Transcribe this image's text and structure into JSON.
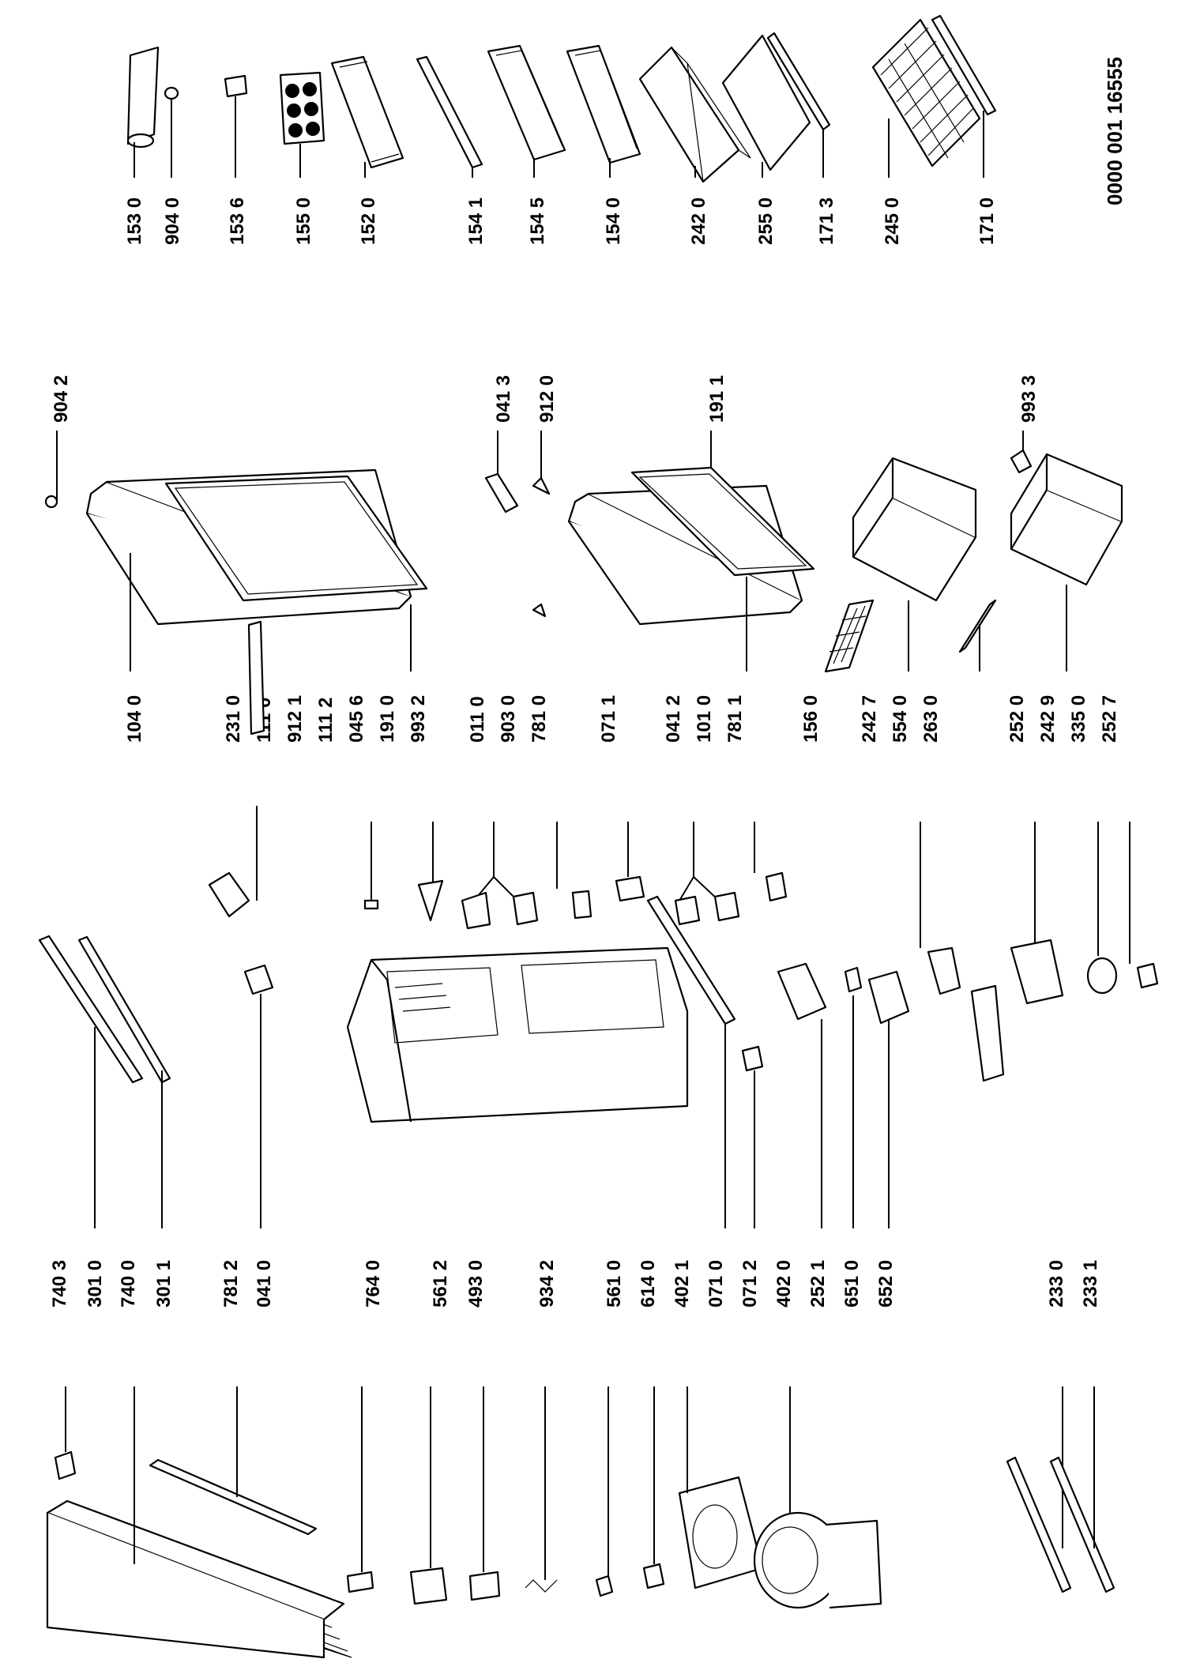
{
  "document_code": "0000 001 16555",
  "labels": {
    "l1530": "153 0",
    "l9040": "904 0",
    "l1536": "153 6",
    "l1550": "155 0",
    "l1520": "152 0",
    "l1541": "154 1",
    "l1545": "154 5",
    "l1540": "154 0",
    "l2420": "242 0",
    "l2550": "255 0",
    "l1713": "171 3",
    "l2450": "245 0",
    "l1710": "171 0",
    "l9042": "904 2",
    "l0413": "041 3",
    "l9120": "912 0",
    "l1911": "191 1",
    "l9933": "993 3",
    "l1040": "104 0",
    "l2310": "231 0",
    "l1110": "111 0",
    "l9121": "912 1",
    "l1112": "111 2",
    "l0456": "045 6",
    "l1910": "191 0",
    "l9932": "993 2",
    "l0110": "011 0",
    "l9030": "903 0",
    "l7810": "781 0",
    "l0711": "071 1",
    "l0412": "041 2",
    "l1010": "101 0",
    "l7811": "781 1",
    "l1560": "156 0",
    "l2427": "242 7",
    "l5540": "554 0",
    "l2630": "263 0",
    "l2520": "252 0",
    "l2429": "242 9",
    "l3350": "335 0",
    "l2527": "252 7",
    "l7403": "740 3",
    "l3010": "301 0",
    "l7400": "740 0",
    "l3011": "301 1",
    "l7812": "781 2",
    "l0410": "041 0",
    "l7640": "764 0",
    "l5612": "561 2",
    "l4930": "493 0",
    "l9342": "934 2",
    "l5610": "561 0",
    "l6140": "614 0",
    "l4021": "402 1",
    "l0710": "071 0",
    "l0712": "071 2",
    "l4020": "402 0",
    "l2521": "252 1",
    "l6510": "651 0",
    "l6520": "652 0",
    "l2330": "233 0",
    "l2331": "233 1"
  }
}
